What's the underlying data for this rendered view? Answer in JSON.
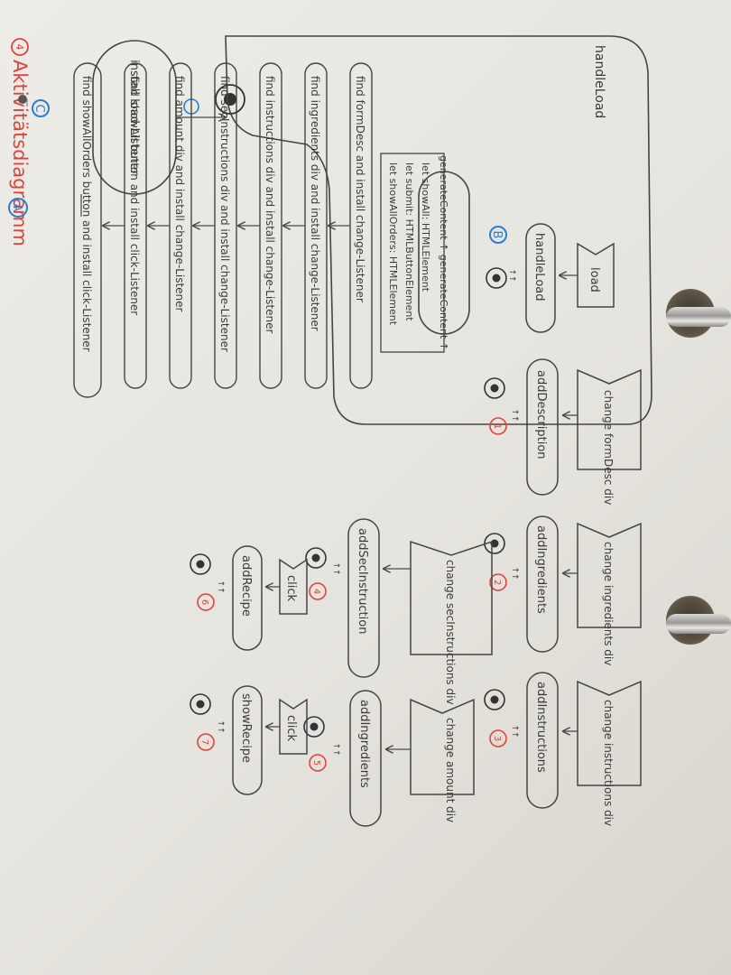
{
  "title": "Aktivitätsdiagramm",
  "title_number": "4",
  "colors": {
    "ink": "#3b3b3b",
    "red": "#e0433a",
    "blue": "#2a7dd6",
    "paper": "#ecebe6"
  },
  "main_flow": {
    "install_node": "install load-Listener",
    "connector_c": "C",
    "section_label": "handleLoad",
    "generate_node": "generateContent ↑ generateContent ↑",
    "connector_b": "B",
    "variables": [
      "let showAll: HTMLElement",
      "let submit: HTMLButtonElement",
      "let showAllOrders: HTMLElement"
    ],
    "steps": [
      "find formDesc and install change-Listener",
      "find ingredients div and install change-Listener",
      "find instructions div and install change-Listener",
      "find secInstructions div and install change-Listener",
      "find amount div and install change-Listener",
      "find showAll button and install click-Listener",
      "find showAllOrders button and install click-Listener"
    ],
    "connector_a": "A"
  },
  "event_flows": [
    {
      "signal": "load",
      "action": "handleLoad",
      "sub": "↑↑",
      "badge": ""
    },
    {
      "signal": "change formDesc div",
      "action": "addDescription",
      "sub": "↑↑",
      "badge": "1"
    },
    {
      "signal": "change ingredients div",
      "action": "addIngredients",
      "sub": "↑↑",
      "badge": "2"
    },
    {
      "signal": "change instructions div",
      "action": "addInstructions",
      "sub": "↑↑",
      "badge": "3"
    },
    {
      "signal": "change secInstructions div",
      "action": "addSecInstruction",
      "sub": "↑↑",
      "badge": "4"
    },
    {
      "signal": "change amount div",
      "action": "addIngredients",
      "sub": "↑↑",
      "badge": "5"
    },
    {
      "signal": "click",
      "action": "addRecipe",
      "sub": "↑↑",
      "badge": "6"
    },
    {
      "signal": "click",
      "action": "showRecipe",
      "sub": "↑↑",
      "badge": "7"
    }
  ]
}
